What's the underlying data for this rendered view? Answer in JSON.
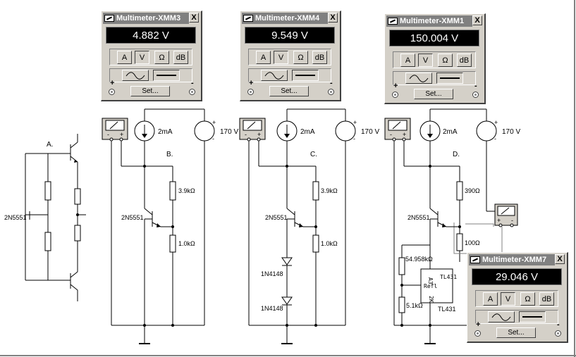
{
  "meters": [
    {
      "id": "m3",
      "title": "Multimeter-XMM3",
      "reading": "4.882 V",
      "active_mode": "V"
    },
    {
      "id": "m4",
      "title": "Multimeter-XMM4",
      "reading": "9.549 V",
      "active_mode": "V"
    },
    {
      "id": "m1",
      "title": "Multimeter-XMM1",
      "reading": "150.004 V",
      "active_mode": "V"
    },
    {
      "id": "m7",
      "title": "Multimeter-XMM7",
      "reading": "29.046 V",
      "active_mode": "V"
    }
  ],
  "meter_controls": {
    "mode_amps": "A",
    "mode_volts": "V",
    "mode_ohms": "Ω",
    "mode_db": "dB",
    "set_label": "Set...",
    "plus": "+",
    "minus": "-",
    "close": "X"
  },
  "circuit_a": {
    "label": "A.",
    "transistor": "2N5551"
  },
  "circuit_b": {
    "label": "B.",
    "current_source": "2mA",
    "voltage_source": "170 V",
    "transistor": "2N5551",
    "r_top": "3.9kΩ",
    "r_bottom": "1.0kΩ"
  },
  "circuit_c": {
    "label": "C.",
    "current_source": "2mA",
    "voltage_source": "170 V",
    "transistor": "2N5551",
    "r_top": "3.9kΩ",
    "r_bottom": "1.0kΩ",
    "diode1": "1N4148",
    "diode2": "1N4148"
  },
  "circuit_d": {
    "label": "D.",
    "current_source": "2mA",
    "voltage_source": "170 V",
    "transistor": "2N5551",
    "r_top": "390Ω",
    "r_mid": "100Ω",
    "r_div_top": "54.958kΩ",
    "r_div_bottom": "5.1kΩ",
    "ref_ic": "TL431",
    "ref_ic_part": "TL431",
    "ref_pin_ref": "Refl",
    "ref_pin_a": "A3",
    "ref_pin_k": "2K"
  },
  "colors": {
    "panel": "#d4d0c8",
    "title_bar": "#808080",
    "display_bg": "#000000",
    "display_text": "#ffffff",
    "wire": "#000000"
  }
}
